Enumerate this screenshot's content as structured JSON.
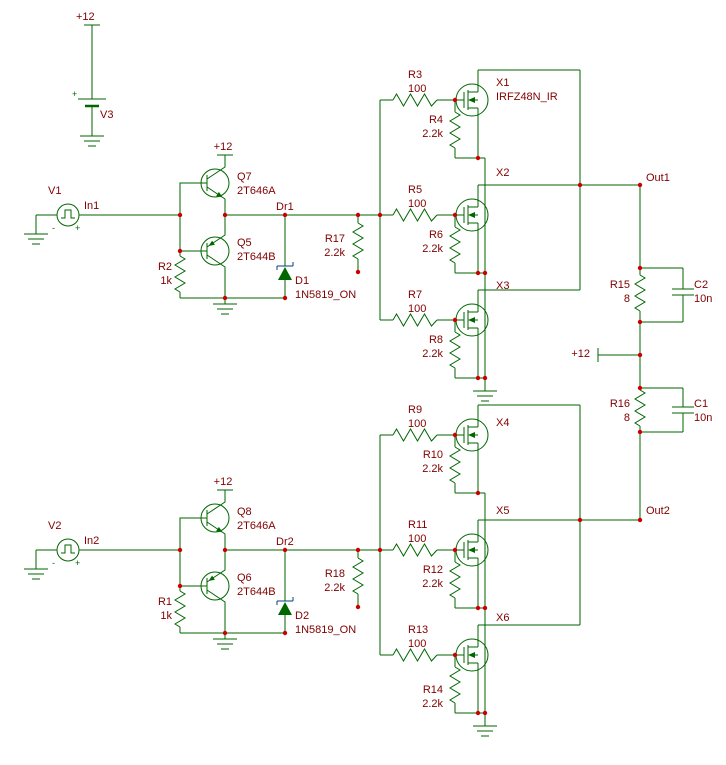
{
  "colors": {
    "bg": "#ffffff",
    "wire": "#006600",
    "label": "#800000",
    "junction": "#cc0000",
    "diodebar": "#004080"
  },
  "power": {
    "battery": {
      "rail": "+12",
      "name": "V3",
      "plus": "+"
    },
    "q7_rail": "+12",
    "q8_rail": "+12",
    "mid_rail": "+12"
  },
  "sources": {
    "v1": {
      "name": "V1",
      "node": "In1",
      "plus": "+",
      "minus": "-"
    },
    "v2": {
      "name": "V2",
      "node": "In2",
      "plus": "+",
      "minus": "-"
    }
  },
  "transistors": {
    "q7": {
      "name": "Q7",
      "model": "2T646A"
    },
    "q5": {
      "name": "Q5",
      "model": "2T644B"
    },
    "q8": {
      "name": "Q8",
      "model": "2T646A"
    },
    "q6": {
      "name": "Q6",
      "model": "2T644B"
    }
  },
  "diodes": {
    "d1": {
      "name": "D1",
      "model": "1N5819_ON"
    },
    "d2": {
      "name": "D2",
      "model": "1N5819_ON"
    }
  },
  "resistors": {
    "r1": {
      "name": "R1",
      "value": "1k"
    },
    "r2": {
      "name": "R2",
      "value": "1k"
    },
    "r3": {
      "name": "R3",
      "value": "100"
    },
    "r4": {
      "name": "R4",
      "value": "2.2k"
    },
    "r5": {
      "name": "R5",
      "value": "100"
    },
    "r6": {
      "name": "R6",
      "value": "2.2k"
    },
    "r7": {
      "name": "R7",
      "value": "100"
    },
    "r8": {
      "name": "R8",
      "value": "2.2k"
    },
    "r9": {
      "name": "R9",
      "value": "100"
    },
    "r10": {
      "name": "R10",
      "value": "2.2k"
    },
    "r11": {
      "name": "R11",
      "value": "100"
    },
    "r12": {
      "name": "R12",
      "value": "2.2k"
    },
    "r13": {
      "name": "R13",
      "value": "100"
    },
    "r14": {
      "name": "R14",
      "value": "2.2k"
    },
    "r15": {
      "name": "R15",
      "value": "8"
    },
    "r16": {
      "name": "R16",
      "value": "8"
    },
    "r17": {
      "name": "R17",
      "value": "2.2k"
    },
    "r18": {
      "name": "R18",
      "value": "2.2k"
    }
  },
  "mosfets": {
    "x1": {
      "name": "X1",
      "model": "IRFZ48N_IR"
    },
    "x2": {
      "name": "X2"
    },
    "x3": {
      "name": "X3"
    },
    "x4": {
      "name": "X4"
    },
    "x5": {
      "name": "X5"
    },
    "x6": {
      "name": "X6"
    }
  },
  "capacitors": {
    "c1": {
      "name": "C1",
      "value": "10n"
    },
    "c2": {
      "name": "C2",
      "value": "10n"
    }
  },
  "nets": {
    "dr1": "Dr1",
    "dr2": "Dr2",
    "out1": "Out1",
    "out2": "Out2"
  }
}
